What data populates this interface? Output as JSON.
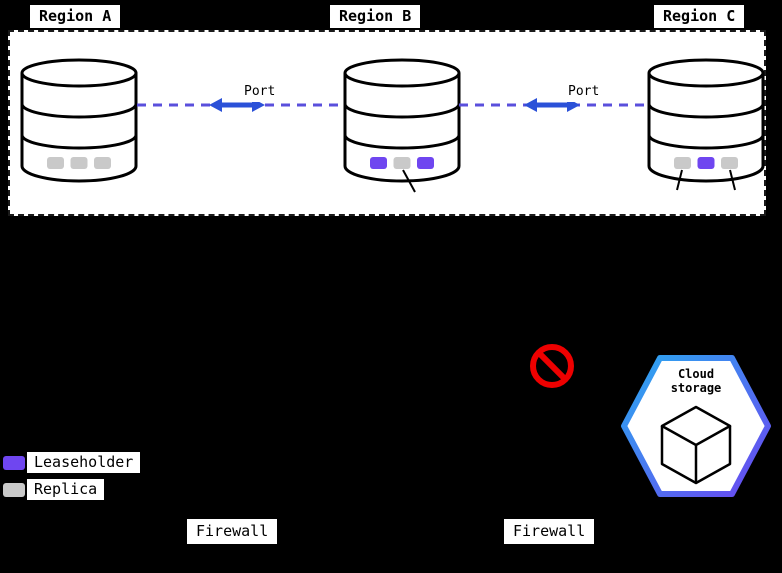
{
  "regions": [
    {
      "name": "Region A",
      "markers": [
        "replica",
        "replica",
        "replica"
      ],
      "marker_colors": [
        "#c9c9c9",
        "#c9c9c9",
        "#c9c9c9"
      ]
    },
    {
      "name": "Region B",
      "markers": [
        "leaseholder",
        "replica",
        "leaseholder"
      ],
      "marker_colors": [
        "#6f46f0",
        "#c9c9c9",
        "#6f46f0"
      ]
    },
    {
      "name": "Region C",
      "markers": [
        "replica",
        "leaseholder",
        "replica"
      ],
      "marker_colors": [
        "#c9c9c9",
        "#6f46f0",
        "#c9c9c9"
      ]
    }
  ],
  "links": [
    {
      "label": "Port"
    },
    {
      "label": "Port"
    }
  ],
  "cloud_storage": {
    "line1": "Cloud",
    "line2": "storage"
  },
  "legend": {
    "items": [
      {
        "label": "Leaseholder",
        "color": "#6f46f0"
      },
      {
        "label": "Replica",
        "color": "#c9c9c9"
      }
    ]
  },
  "firewalls": [
    {
      "label": "Firewall"
    },
    {
      "label": "Firewall"
    }
  ],
  "colors": {
    "background": "#000000",
    "panel": "#ffffff",
    "outline": "#000000",
    "link_dashed": "#5a4fdc",
    "arrow_solid": "#2b51d8",
    "leaseholder": "#6f46f0",
    "replica": "#c9c9c9",
    "prohibit": "#ee0000",
    "hex_gradient_start": "#2aa9f0",
    "hex_gradient_end": "#6b46f0"
  }
}
